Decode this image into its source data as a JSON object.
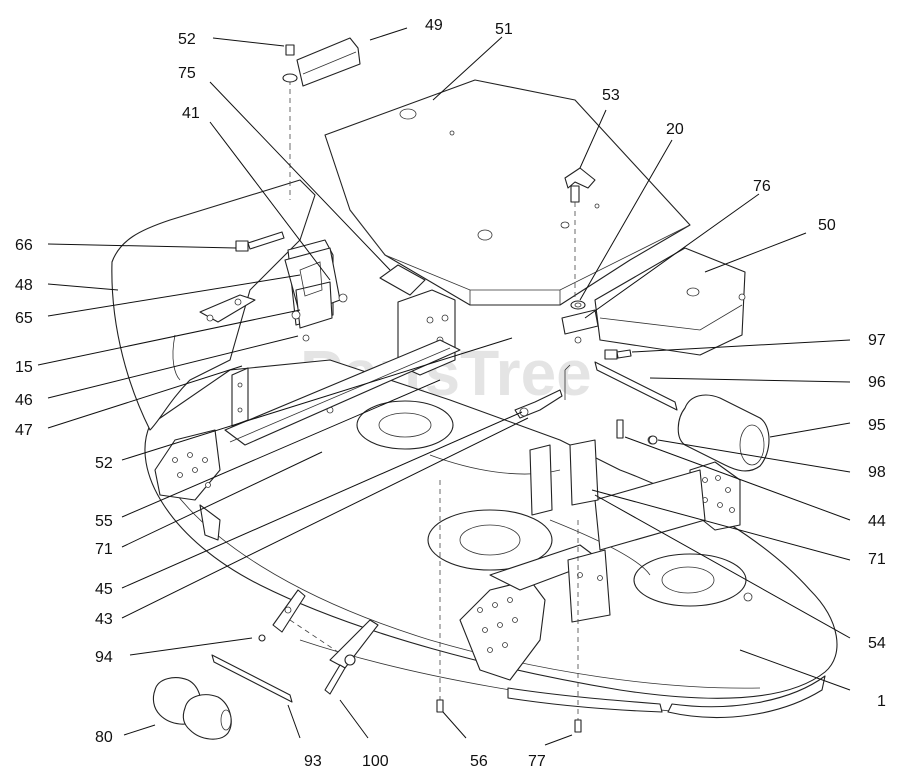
{
  "watermark": "PartsTree",
  "callouts": [
    {
      "id": "c-52a",
      "label": "52"
    },
    {
      "id": "c-49",
      "label": "49"
    },
    {
      "id": "c-51",
      "label": "51"
    },
    {
      "id": "c-75",
      "label": "75"
    },
    {
      "id": "c-53",
      "label": "53"
    },
    {
      "id": "c-41",
      "label": "41"
    },
    {
      "id": "c-20",
      "label": "20"
    },
    {
      "id": "c-76",
      "label": "76"
    },
    {
      "id": "c-50",
      "label": "50"
    },
    {
      "id": "c-66",
      "label": "66"
    },
    {
      "id": "c-48",
      "label": "48"
    },
    {
      "id": "c-65",
      "label": "65"
    },
    {
      "id": "c-15",
      "label": "15"
    },
    {
      "id": "c-46",
      "label": "46"
    },
    {
      "id": "c-47",
      "label": "47"
    },
    {
      "id": "c-97",
      "label": "97"
    },
    {
      "id": "c-96",
      "label": "96"
    },
    {
      "id": "c-95",
      "label": "95"
    },
    {
      "id": "c-98",
      "label": "98"
    },
    {
      "id": "c-52b",
      "label": "52"
    },
    {
      "id": "c-55",
      "label": "55"
    },
    {
      "id": "c-71a",
      "label": "71"
    },
    {
      "id": "c-44",
      "label": "44"
    },
    {
      "id": "c-71b",
      "label": "71"
    },
    {
      "id": "c-45",
      "label": "45"
    },
    {
      "id": "c-43",
      "label": "43"
    },
    {
      "id": "c-54",
      "label": "54"
    },
    {
      "id": "c-94",
      "label": "94"
    },
    {
      "id": "c-1",
      "label": "1"
    },
    {
      "id": "c-80",
      "label": "80"
    },
    {
      "id": "c-93",
      "label": "93"
    },
    {
      "id": "c-100",
      "label": "100"
    },
    {
      "id": "c-56",
      "label": "56"
    },
    {
      "id": "c-77",
      "label": "77"
    }
  ]
}
